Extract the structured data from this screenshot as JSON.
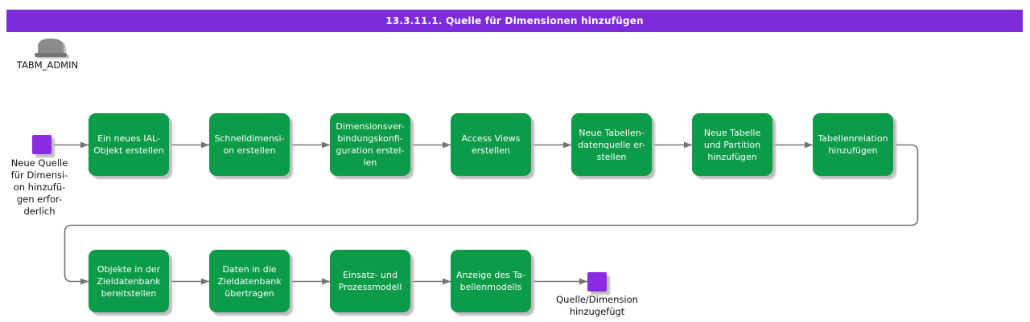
{
  "title": "13.3.11.1. Quelle für Dimensionen hinzufügen",
  "actor": {
    "name": "TABM_ADMIN",
    "icon": "bowler-hat-icon"
  },
  "colors": {
    "banner": "#7e2bdc",
    "node": "#0c9b48",
    "event": "#8b2be2",
    "connector": "#737373",
    "label": "#111111",
    "nodetext": "#ffffff"
  },
  "start_event": {
    "label": "Neue Quelle\nfür Dimensi-\non hinzufü-\ngen erfor-\nderlich"
  },
  "end_event": {
    "label": "Quelle/Dimension\nhinzugefügt"
  },
  "steps_row1": [
    {
      "label": "Ein neues IAL-\nObjekt erstellen"
    },
    {
      "label": "Schnelldimensi-\non erstellen"
    },
    {
      "label": "Dimensionsver-\nbindungskonfi-\nguration erstel-\nlen"
    },
    {
      "label": "Access Views\nerstellen"
    },
    {
      "label": "Neue Tabellen-\ndatenquelle er-\nstellen"
    },
    {
      "label": "Neue Tabelle\nund Partition\nhinzufügen"
    },
    {
      "label": "Tabellenrelation\nhinzufügen"
    }
  ],
  "steps_row2": [
    {
      "label": "Objekte in der\nZieldatenbank\nbereitstellen"
    },
    {
      "label": "Daten in die\nZieldatenbank\nübertragen"
    },
    {
      "label": "Einsatz- und\nProzessmodell"
    },
    {
      "label": "Anzeige des Ta-\nbellenmodells"
    }
  ]
}
